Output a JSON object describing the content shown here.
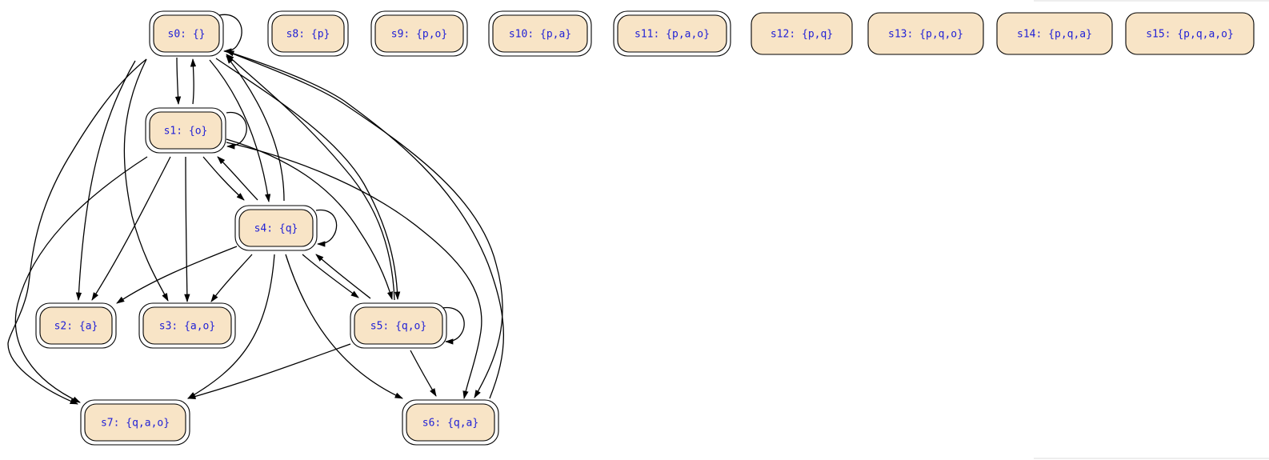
{
  "graph": {
    "nodes": [
      {
        "id": "s0",
        "label": "s0: {}",
        "accepting": true
      },
      {
        "id": "s1",
        "label": "s1: {o}",
        "accepting": true
      },
      {
        "id": "s2",
        "label": "s2: {a}",
        "accepting": true
      },
      {
        "id": "s3",
        "label": "s3: {a,o}",
        "accepting": true
      },
      {
        "id": "s4",
        "label": "s4: {q}",
        "accepting": true
      },
      {
        "id": "s5",
        "label": "s5: {q,o}",
        "accepting": true
      },
      {
        "id": "s6",
        "label": "s6: {q,a}",
        "accepting": true
      },
      {
        "id": "s7",
        "label": "s7: {q,a,o}",
        "accepting": true
      },
      {
        "id": "s8",
        "label": "s8: {p}",
        "accepting": true
      },
      {
        "id": "s9",
        "label": "s9: {p,o}",
        "accepting": true
      },
      {
        "id": "s10",
        "label": "s10: {p,a}",
        "accepting": true
      },
      {
        "id": "s11",
        "label": "s11: {p,a,o}",
        "accepting": true
      },
      {
        "id": "s12",
        "label": "s12: {p,q}",
        "accepting": false
      },
      {
        "id": "s13",
        "label": "s13: {p,q,o}",
        "accepting": false
      },
      {
        "id": "s14",
        "label": "s14: {p,q,a}",
        "accepting": false
      },
      {
        "id": "s15",
        "label": "s15: {p,q,a,o}",
        "accepting": false
      }
    ],
    "edges": [
      {
        "from": "s0",
        "to": "s0"
      },
      {
        "from": "s0",
        "to": "s1"
      },
      {
        "from": "s1",
        "to": "s0"
      },
      {
        "from": "s0",
        "to": "s2"
      },
      {
        "from": "s0",
        "to": "s3"
      },
      {
        "from": "s0",
        "to": "s4"
      },
      {
        "from": "s4",
        "to": "s0"
      },
      {
        "from": "s0",
        "to": "s5"
      },
      {
        "from": "s5",
        "to": "s0"
      },
      {
        "from": "s0",
        "to": "s6"
      },
      {
        "from": "s6",
        "to": "s0"
      },
      {
        "from": "s0",
        "to": "s7"
      },
      {
        "from": "s1",
        "to": "s1"
      },
      {
        "from": "s1",
        "to": "s2"
      },
      {
        "from": "s1",
        "to": "s3"
      },
      {
        "from": "s1",
        "to": "s4"
      },
      {
        "from": "s4",
        "to": "s1"
      },
      {
        "from": "s1",
        "to": "s5"
      },
      {
        "from": "s1",
        "to": "s6"
      },
      {
        "from": "s1",
        "to": "s7"
      },
      {
        "from": "s4",
        "to": "s4"
      },
      {
        "from": "s4",
        "to": "s2"
      },
      {
        "from": "s4",
        "to": "s3"
      },
      {
        "from": "s4",
        "to": "s5"
      },
      {
        "from": "s5",
        "to": "s4"
      },
      {
        "from": "s4",
        "to": "s6"
      },
      {
        "from": "s4",
        "to": "s7"
      },
      {
        "from": "s5",
        "to": "s5"
      },
      {
        "from": "s5",
        "to": "s6"
      },
      {
        "from": "s5",
        "to": "s7"
      }
    ]
  },
  "colors": {
    "node_fill": "#f8e4c6",
    "node_label": "#1f1fd6",
    "edge": "#000000"
  }
}
